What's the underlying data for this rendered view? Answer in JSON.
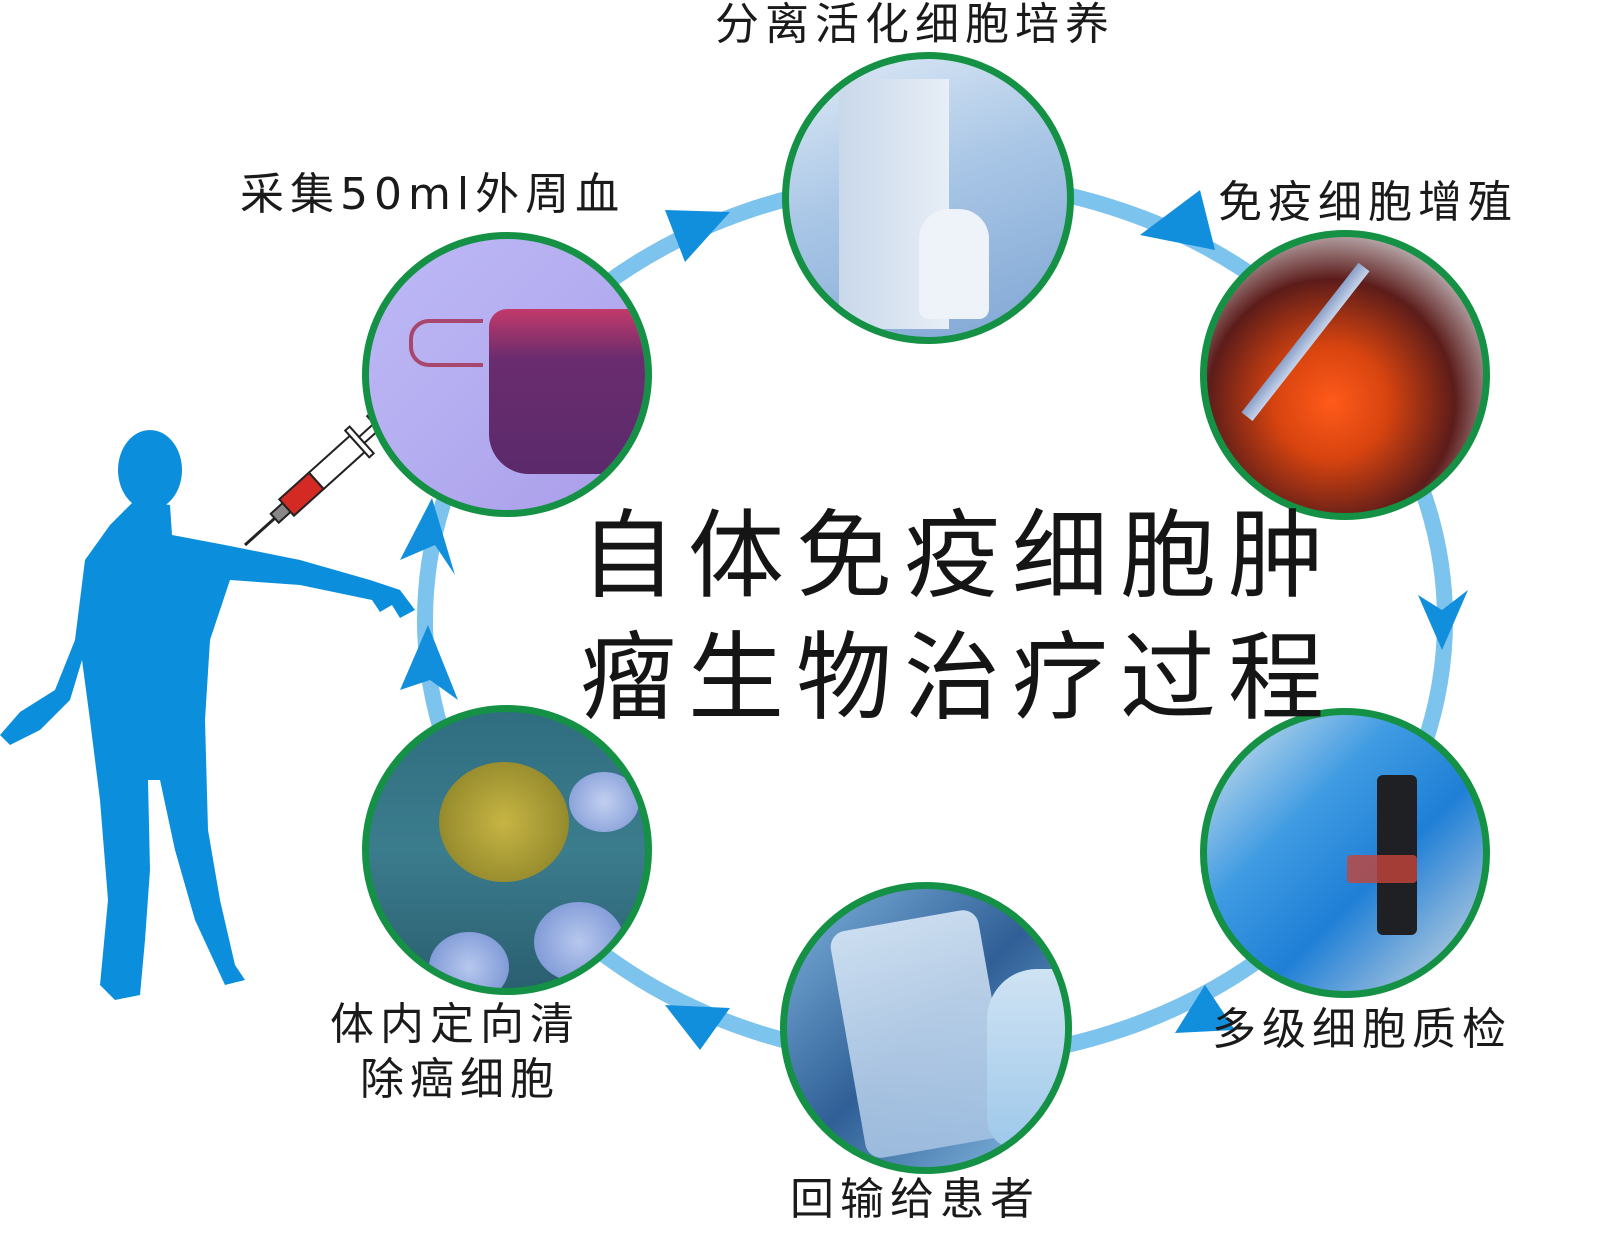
{
  "title": {
    "line1": "自体免疫细胞肿",
    "line2": "瘤生物治疗过程"
  },
  "steps": [
    {
      "id": 1,
      "label": "采集50ml外周血",
      "image": "blood-bag"
    },
    {
      "id": 2,
      "label": "分离活化细胞培养",
      "image": "cleanroom-lab"
    },
    {
      "id": 3,
      "label": "免疫细胞增殖",
      "image": "culture-dishes-pipette"
    },
    {
      "id": 4,
      "label": "多级细胞质检",
      "image": "microscope-technicians"
    },
    {
      "id": 5,
      "label": "回输给患者",
      "image": "iv-bag-infusion"
    },
    {
      "id": 6,
      "label_line1": "体内定向清",
      "label_line2": "除癌细胞",
      "image": "immune-cells-attack-cancer"
    }
  ],
  "figure": {
    "name": "human-silhouette",
    "accessory": "syringe"
  },
  "colors": {
    "cycle_ring": "#7cc3ee",
    "arrowhead": "#128fdc",
    "circle_border": "#149144",
    "human": "#0b8fdc",
    "syringe_blood": "#d42a24",
    "text": "#1a1a1a"
  }
}
